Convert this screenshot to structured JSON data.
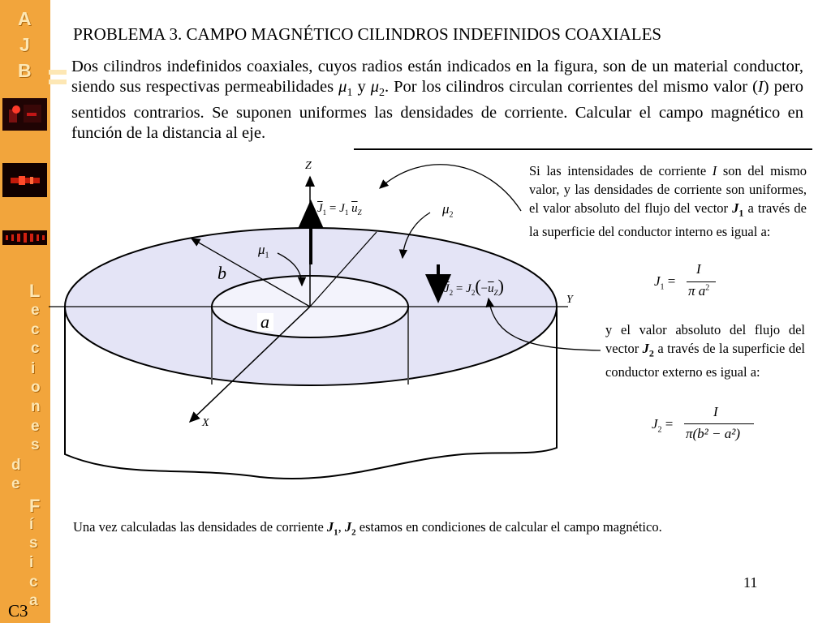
{
  "sidebar": {
    "logo_letters": [
      "A",
      "J",
      "B"
    ],
    "vertical_title_letters": [
      "L",
      "e",
      "c",
      "c",
      "i",
      "o",
      "n",
      "e",
      "s",
      "d",
      "e",
      "F",
      "í",
      "s",
      "i",
      "c",
      "a"
    ],
    "code": "C3",
    "accent_color": "#f2a53c"
  },
  "slide": {
    "title": "PROBLEMA 3. CAMPO MAGNÉTICO CILINDROS INDEFINIDOS COAXIALES",
    "intro": "Dos cilindros indefinidos coaxiales, cuyos radios están indicados en la figura, son de un material conductor, siendo sus respectivas permeabilidades μ1 y μ2. Por los cilindros circulan corrientes del mismo valor (I) pero sentidos contrarios. Se suponen uniformes las densidades de corriente. Calcular el campo magnético en función de la distancia al eje.",
    "intro_parts": {
      "p1": "Dos cilindros indefinidos coaxiales, cuyos radios están indicados en la figura, son de un material conductor, siendo sus respectivas permeabilidades ",
      "mu1": "μ",
      "sub1": "1",
      "y": " y ",
      "mu2": "μ",
      "sub2": "2",
      "p2": ". Por los cilindros circulan corrientes del mismo valor (",
      "I": "I",
      "p3": ") pero sentidos contrarios. Se suponen uniformes las densidades de corriente. Calcular el campo magnético en función de la distancia al eje."
    },
    "right_text_1": {
      "a": "Si las intensidades de corriente ",
      "I": "I",
      "b": " son del mismo valor, y las densidades de corriente son uniformes, el valor absoluto del flujo del vector ",
      "J": "J",
      "sub": "1",
      "c": " a través de la superficie del conductor interno es igual a:"
    },
    "eq1": {
      "lhs": "J",
      "sub": "1",
      "eq": "=",
      "num": "I",
      "den_a": "π a",
      "den_exp": "2"
    },
    "right_text_2": {
      "a": "y el valor absoluto del flujo del vector ",
      "J": "J",
      "sub": "2",
      "b": " a través de la superficie del conductor externo es igual a:"
    },
    "eq2": {
      "lhs": "J",
      "sub": "2",
      "eq": "=",
      "num": "I",
      "den": "π(b² − a²)"
    },
    "bottom_text": {
      "a": "Una vez calculadas las densidades de corriente ",
      "J1": "J",
      "s1": "1",
      "comma": ", ",
      "J2": "J",
      "s2": "2",
      "b": " estamos en condiciones de calcular el campo magnético."
    },
    "page_number": "11"
  },
  "figure": {
    "axis_z": "Z",
    "axis_y": "Y",
    "axis_x": "X",
    "mu1_label": "μ",
    "mu1_sub": "1",
    "mu2_label": "μ",
    "mu2_sub": "2",
    "radius_a": "a",
    "radius_b": "b",
    "j1_formula": "J1 = J1 uZ",
    "j1": {
      "J": "J",
      "s": "1",
      "eq": "=",
      "J2": "J",
      "s2": "1",
      "u": "u",
      "us": "Z"
    },
    "j2": {
      "J": "J",
      "s": "2",
      "eq": "=",
      "J2": "J",
      "s2": "2",
      "lp": "(",
      "minus": "−",
      "u": "u",
      "us": "Z",
      "rp": ")"
    },
    "outer_fill": "#e4e4f6",
    "inner_fill": "#f3f3fc"
  }
}
